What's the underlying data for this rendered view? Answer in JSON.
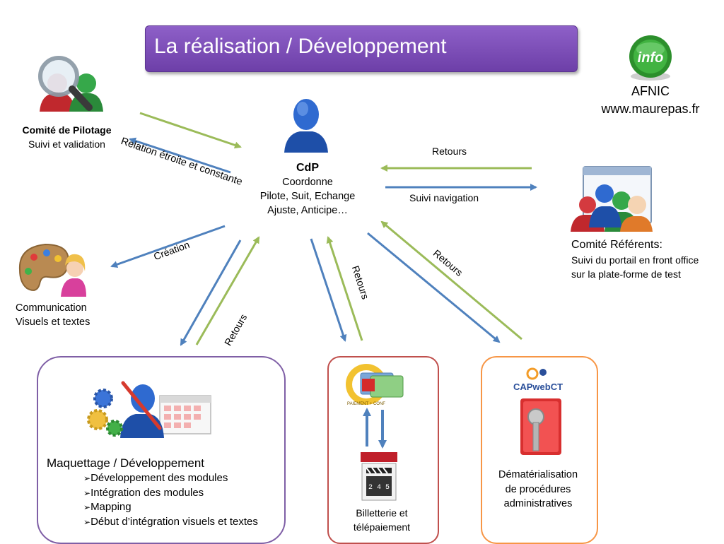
{
  "title": "La réalisation / Développement",
  "info": {
    "icon_label": "info",
    "org": "AFNIC",
    "url": "www.maurepas.fr"
  },
  "cdp": {
    "title": "CdP",
    "lines": [
      "Coordonne",
      "Pilote, Suit, Echange",
      "Ajuste, Anticipe…"
    ]
  },
  "comite_pilotage": {
    "title": "Comité de Pilotage",
    "subtitle": "Suivi et validation"
  },
  "comite_referents": {
    "title": "Comité Référents:",
    "line1": "Suivi  du portail en front office",
    "line2": "sur la plate-forme de test"
  },
  "communication": {
    "line1": "Communication",
    "line2": "Visuels et textes"
  },
  "maquettage": {
    "title": "Maquettage / Développement",
    "items": [
      "Développement des modules",
      "Intégration  des modules",
      "Mapping",
      "Début d’intégration visuels et textes"
    ]
  },
  "billetterie": {
    "line1": "Billetterie et",
    "line2": "télépaiement",
    "badge": "PAIEMENT + CONF",
    "ticket": "2 4 5"
  },
  "dematerialisation": {
    "logo": "CAPwebCT",
    "line1": "Dématérialisation",
    "line2": "de procédures",
    "line3": "administratives"
  },
  "arrow_labels": {
    "relation": "Relation étroite et constante",
    "retours_top": "Retours",
    "suivi_navigation": "Suivi navigation",
    "creation": "Création",
    "retours_left": "Retours",
    "retours_mid": "Retours",
    "retours_right": "Retours"
  },
  "colors": {
    "title_bg": "#7b4fb8",
    "green_arrow": "#9bbb59",
    "blue_arrow": "#4f81bd",
    "maquettage_border": "#7f5fa6",
    "billetterie_border": "#c0504d",
    "dematerialisation_border": "#f79646"
  }
}
